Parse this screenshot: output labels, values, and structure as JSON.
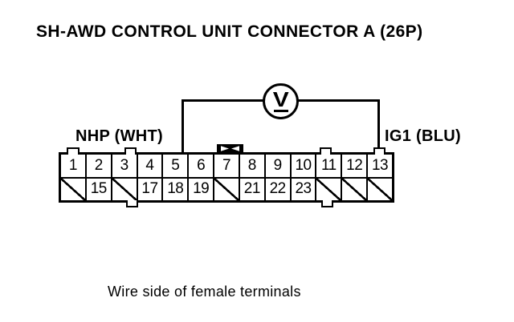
{
  "title": "SH-AWD CONTROL UNIT CONNECTOR A (26P)",
  "caption": "Wire side of female terminals",
  "labels": {
    "left_terminal": "NHP (WHT)",
    "right_terminal": "IG1 (BLU)"
  },
  "meter": {
    "type": "voltmeter",
    "symbol": "V"
  },
  "connector": {
    "rows": [
      {
        "cells": [
          {
            "label": "1"
          },
          {
            "label": "2"
          },
          {
            "label": "3"
          },
          {
            "label": "4"
          },
          {
            "label": "5"
          },
          {
            "label": "6"
          },
          {
            "label": "7"
          },
          {
            "label": "8"
          },
          {
            "label": "9"
          },
          {
            "label": "10"
          },
          {
            "label": "11"
          },
          {
            "label": "12"
          },
          {
            "label": "13"
          }
        ]
      },
      {
        "cells": [
          {
            "label": "",
            "slashed": true
          },
          {
            "label": "15"
          },
          {
            "label": "",
            "slashed": true
          },
          {
            "label": "17"
          },
          {
            "label": "18"
          },
          {
            "label": "19"
          },
          {
            "label": "",
            "slashed": true
          },
          {
            "label": "21"
          },
          {
            "label": "22"
          },
          {
            "label": "23"
          },
          {
            "label": "",
            "slashed": true
          },
          {
            "label": "",
            "slashed": true
          },
          {
            "label": "",
            "slashed": true
          }
        ]
      }
    ]
  },
  "colors": {
    "ink": "#000000",
    "paper": "#ffffff"
  }
}
